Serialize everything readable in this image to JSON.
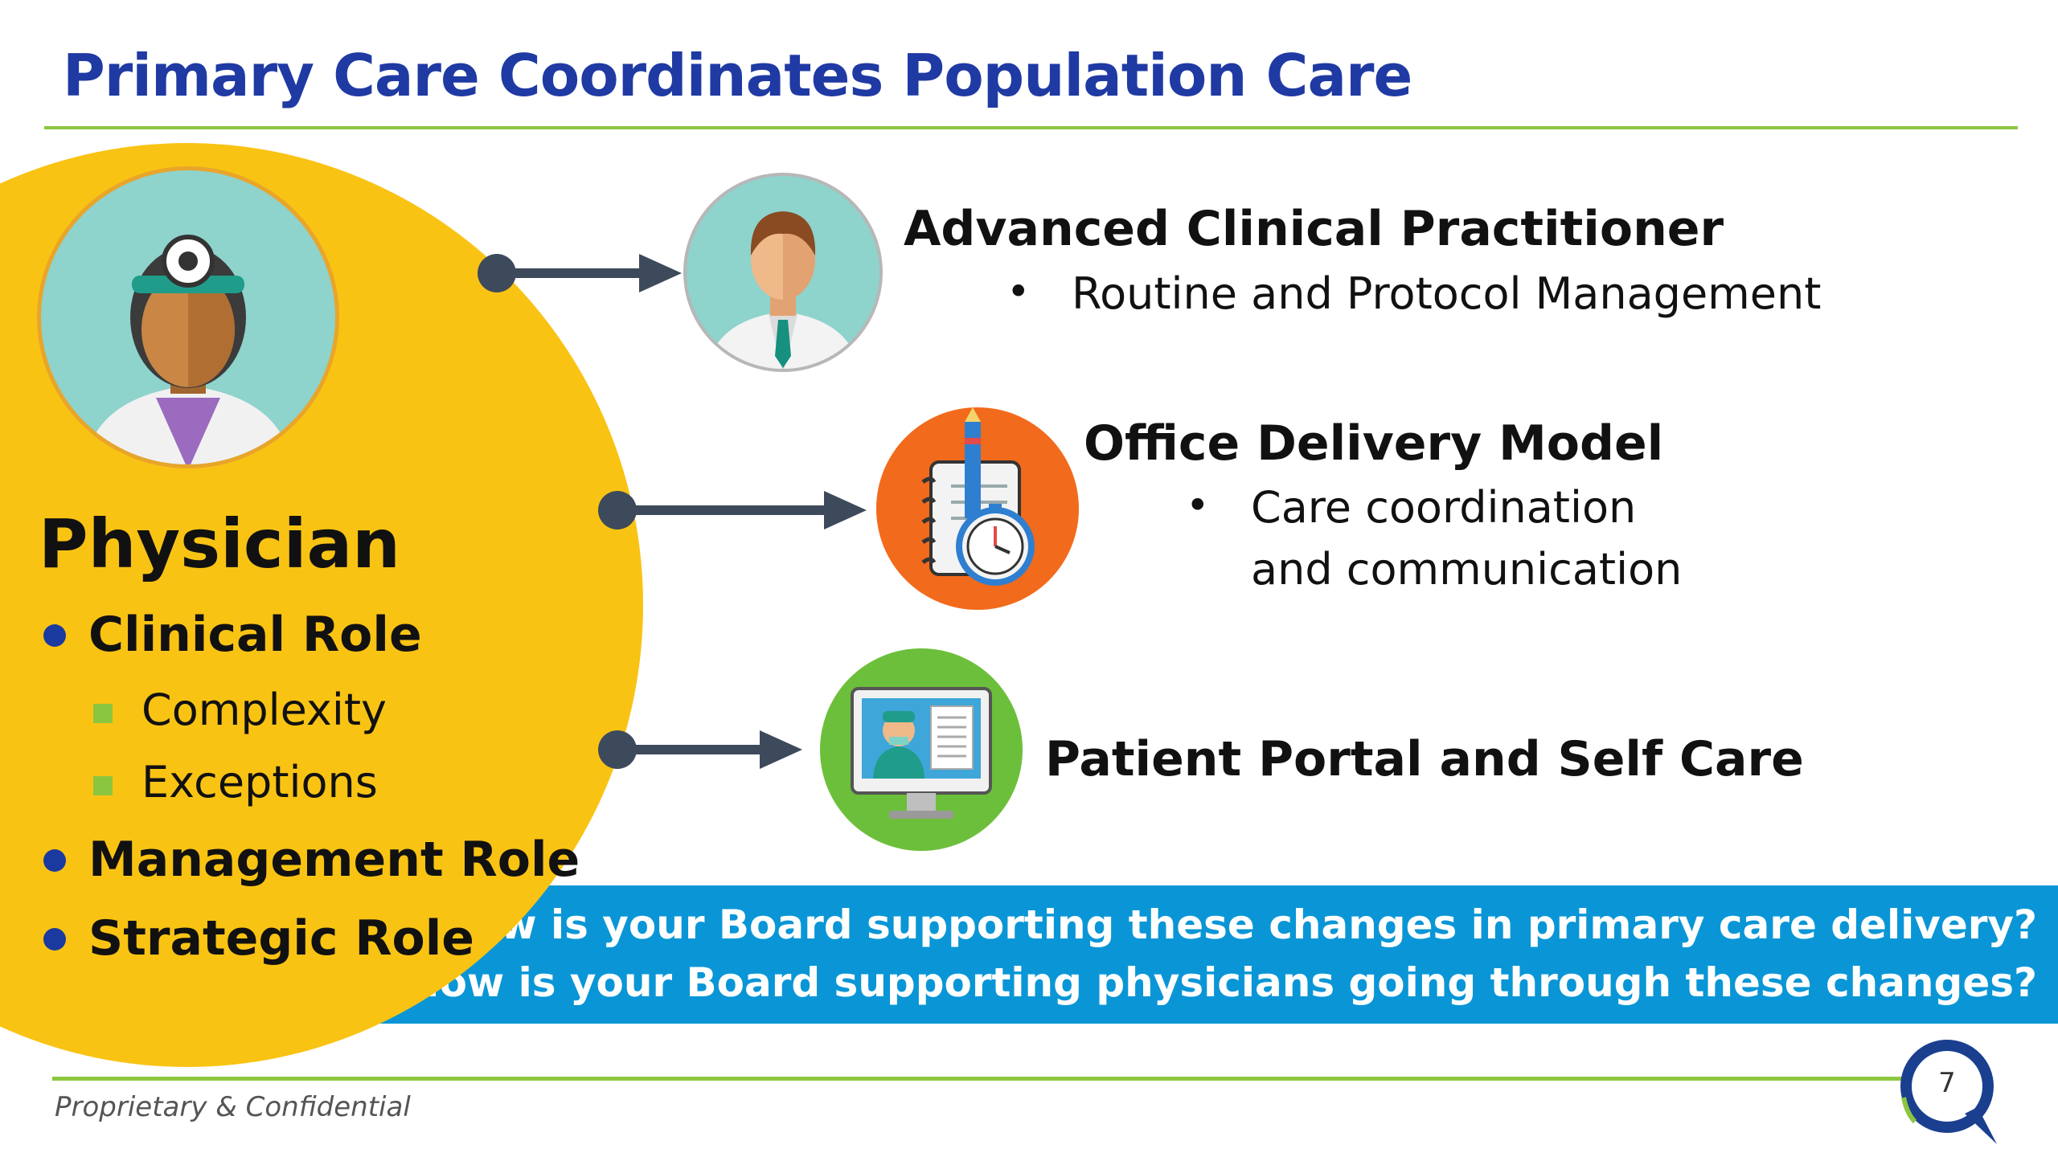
{
  "title": "Primary Care Coordinates Population Care",
  "physician": {
    "title": "Physician",
    "roles": [
      {
        "label": "Clinical Role"
      },
      {
        "label": "Management Role"
      },
      {
        "label": "Strategic Role"
      }
    ],
    "subroles": [
      "Complexity",
      "Exceptions"
    ]
  },
  "items": [
    {
      "heading": "Advanced Clinical Practitioner",
      "bullet": "Routine and Protocol Management",
      "icon": "practitioner-avatar-icon"
    },
    {
      "heading": "Office Delivery Model",
      "bullet_line1": "Care coordination",
      "bullet_line2": "and communication",
      "icon": "clipboard-clock-icon"
    },
    {
      "heading": "Patient Portal and Self Care",
      "icon": "telehealth-monitor-icon"
    }
  ],
  "questions": [
    "How is your Board supporting these changes in primary care delivery?",
    "How is your Board supporting physicians going through these changes?"
  ],
  "footer": "Proprietary & Confidential",
  "page_number": "7",
  "colors": {
    "title": "#1f3aa3",
    "accent_green": "#8cc63f",
    "physician_circle": "#f9c314",
    "question_band": "#0a96d6",
    "arrow": "#3d4a5c",
    "bullet_blue": "#1a3aa0",
    "orange_icon": "#f26a1b",
    "green_icon": "#6cbf3a",
    "teal_icon": "#8ed3cc"
  }
}
